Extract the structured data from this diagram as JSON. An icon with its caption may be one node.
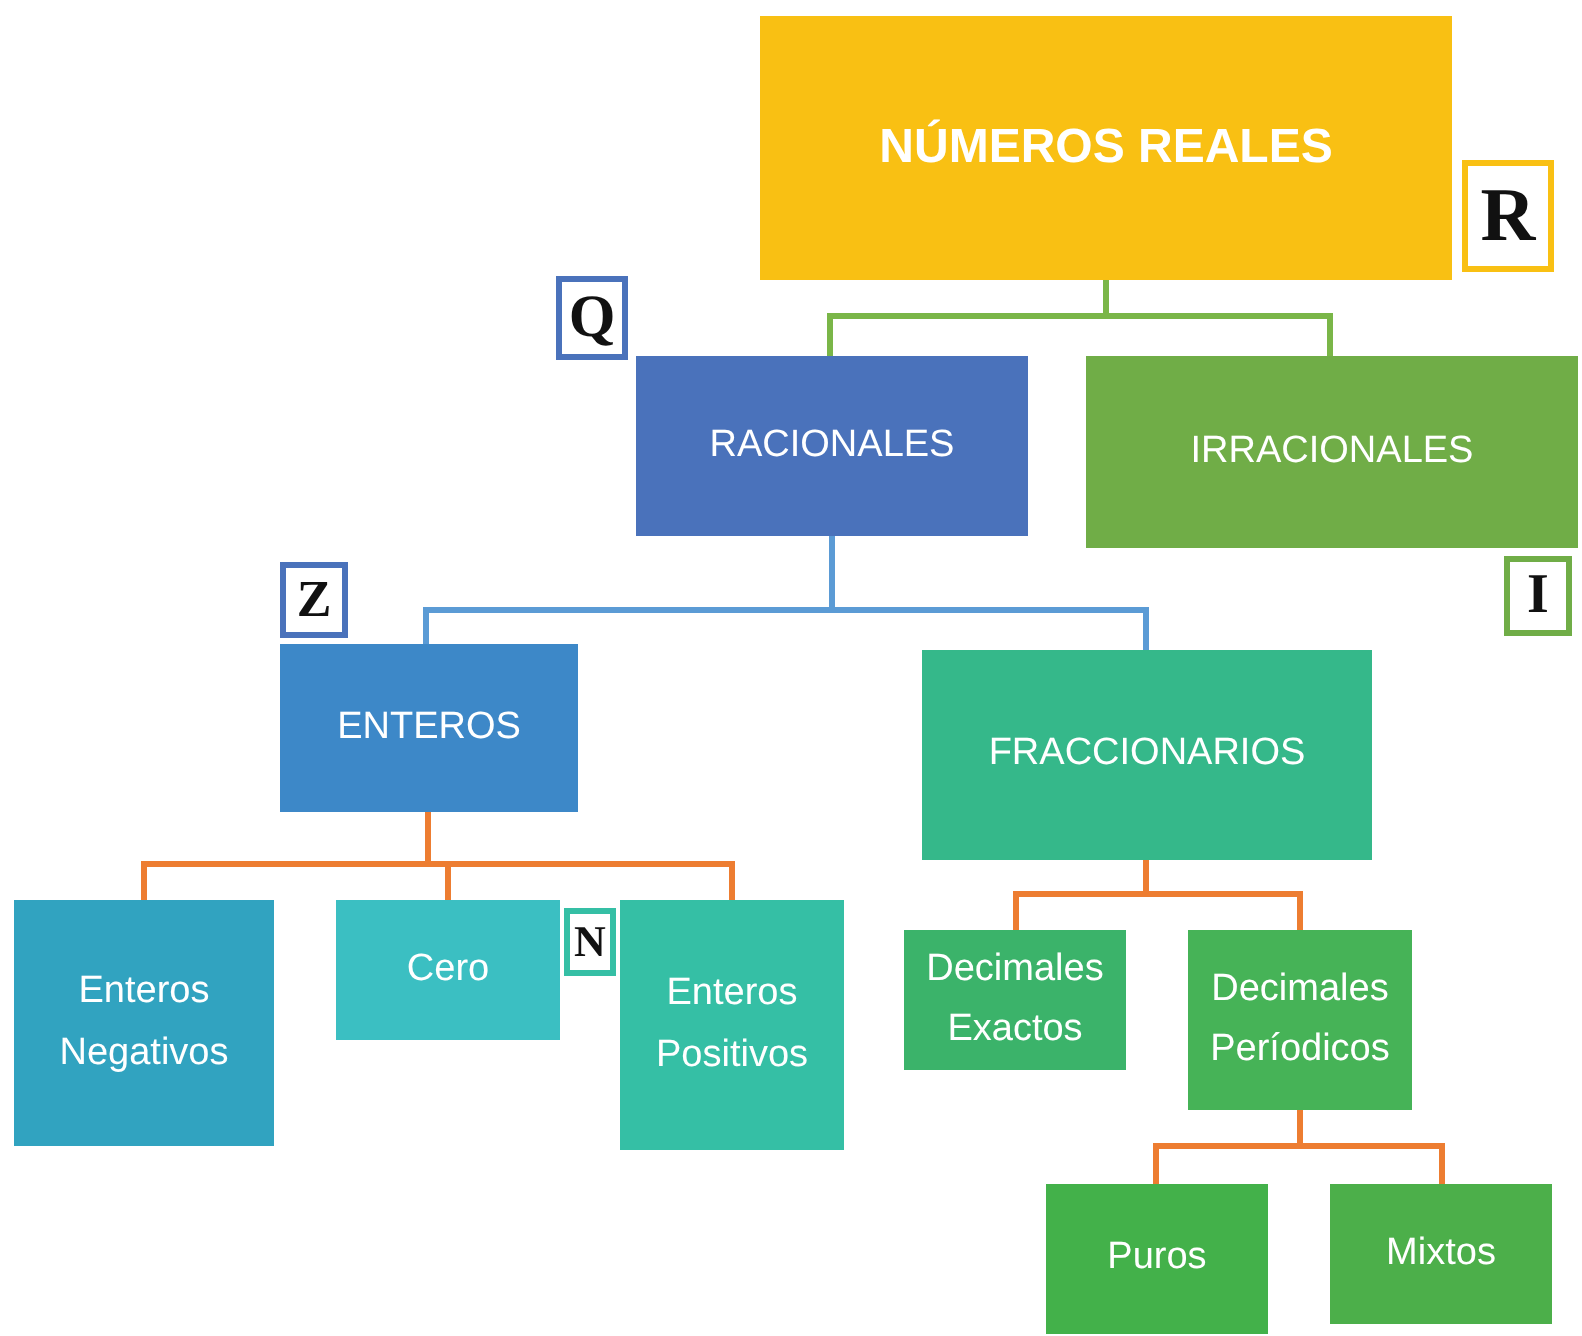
{
  "diagram": {
    "nodes": [
      {
        "text": [
          "NÚMEROS REALES"
        ]
      },
      {
        "text": [
          "R"
        ]
      },
      {
        "text": [
          "Q"
        ]
      },
      {
        "text": [
          "RACIONALES"
        ]
      },
      {
        "text": [
          "IRRACIONALES"
        ]
      },
      {
        "text": [
          "I"
        ]
      },
      {
        "text": [
          "Z"
        ]
      },
      {
        "text": [
          "ENTEROS"
        ]
      },
      {
        "text": [
          "FRACCIONARIOS"
        ]
      },
      {
        "text": [
          "Enteros Negativos"
        ]
      },
      {
        "text": [
          "Cero"
        ]
      },
      {
        "text": [
          "N"
        ]
      },
      {
        "text": [
          "Enteros Positivos"
        ]
      },
      {
        "text": [
          "Decimales Exactos"
        ]
      },
      {
        "text": [
          "Decimales Períodicos"
        ]
      },
      {
        "text": [
          "Puros"
        ]
      },
      {
        "text": [
          "Mixtos"
        ]
      }
    ],
    "edges": [
      {
        "from": 0,
        "to": 3,
        "arrow": "none",
        "color": "#7ab648"
      },
      {
        "from": 0,
        "to": 4,
        "arrow": "none",
        "color": "#7ab648"
      },
      {
        "from": 3,
        "to": 7,
        "arrow": "none",
        "color": "#5b9bd5"
      },
      {
        "from": 3,
        "to": 8,
        "arrow": "none",
        "color": "#5b9bd5"
      },
      {
        "from": 7,
        "to": 9,
        "arrow": "none"
      },
      {
        "from": 7,
        "to": 10,
        "arrow": "none"
      },
      {
        "from": 7,
        "to": 12,
        "arrow": "none"
      },
      {
        "from": 8,
        "to": 13,
        "arrow": "none"
      },
      {
        "from": 8,
        "to": 14,
        "arrow": "none"
      },
      {
        "from": 14,
        "to": 15,
        "arrow": "none"
      },
      {
        "from": 14,
        "to": 16,
        "arrow": "none"
      }
    ]
  }
}
